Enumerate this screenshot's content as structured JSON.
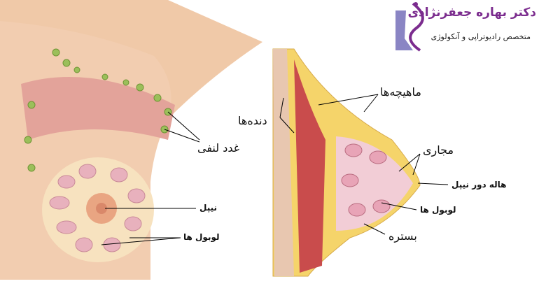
{
  "logo": {
    "title": "دکتر بهاره جعفرنژادی",
    "subtitle": "متخصص رادیوتراپی و آنکولوژی",
    "colors": {
      "purple": "#7b2c8e",
      "lavender": "#8a85c4"
    }
  },
  "front_view": {
    "labels": {
      "lymph_nodes": "غدد لنفی",
      "nipple": "نیپل",
      "lobules": "لوبول ها"
    }
  },
  "side_view": {
    "labels": {
      "muscles": "ماهیچه‌ها",
      "ribs": "دنده‌ها",
      "ducts": "مجاری",
      "areola": "هاله دور نیپل",
      "lobules": "لوبول ها",
      "stroma": "بستره"
    }
  }
}
